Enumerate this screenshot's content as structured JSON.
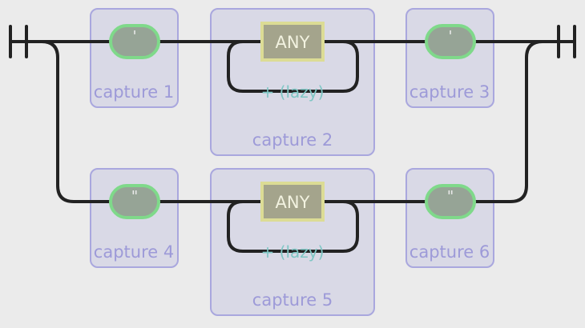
{
  "diagram": {
    "branches": [
      {
        "groups": [
          {
            "label": "capture 1",
            "literal": "'"
          },
          {
            "label": "capture 2",
            "token": "ANY",
            "quantifier": "+ (lazy)"
          },
          {
            "label": "capture 3",
            "literal": "'"
          }
        ]
      },
      {
        "groups": [
          {
            "label": "capture 4",
            "literal": "\""
          },
          {
            "label": "capture 5",
            "token": "ANY",
            "quantifier": "+ (lazy)"
          },
          {
            "label": "capture 6",
            "literal": "\""
          }
        ]
      }
    ],
    "colors": {
      "background": "#ebebeb",
      "group_fill": "#d9d9e6",
      "group_stroke": "#a9a7de",
      "group_label": "#9d9ad8",
      "literal_fill": "#96a496",
      "literal_stroke": "#7fd98a",
      "any_fill": "#a4a48c",
      "any_stroke": "#dcdc95",
      "quantifier_text": "#7ec6c4",
      "track": "#222222"
    }
  }
}
